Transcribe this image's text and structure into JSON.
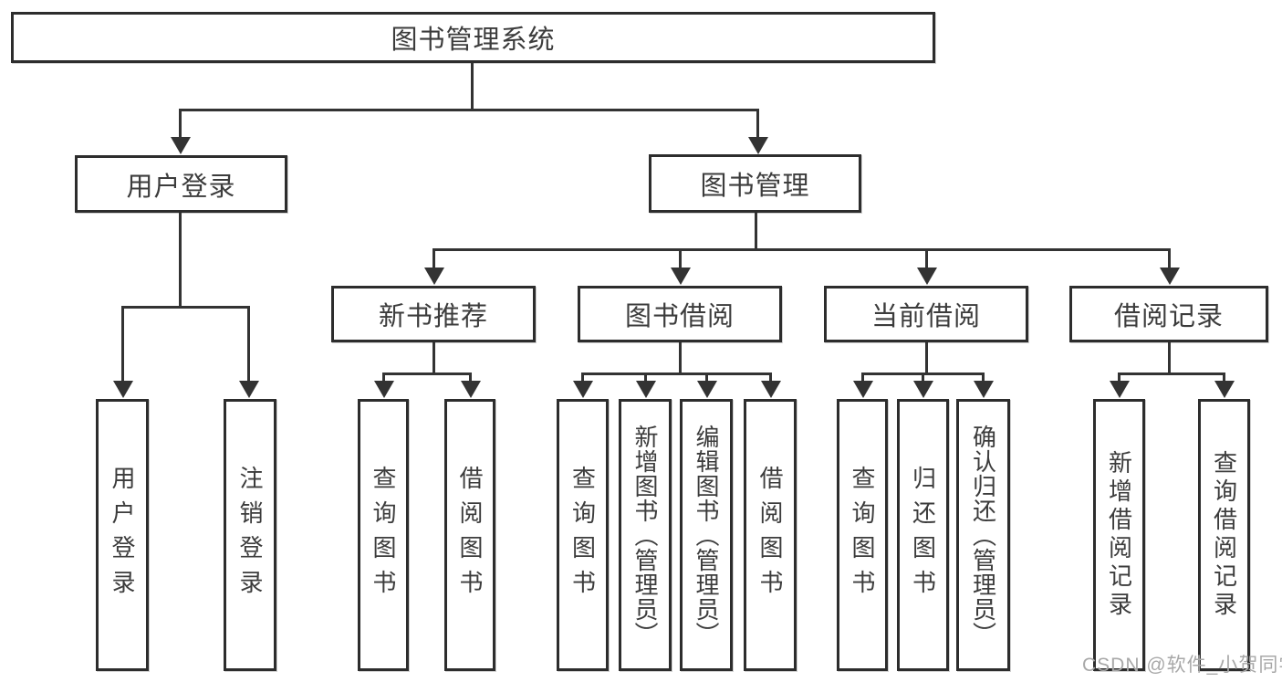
{
  "diagram": {
    "title": "图书管理系统",
    "nodes": {
      "root": "图书管理系统",
      "login": "用户登录",
      "mgmt": "图书管理",
      "l3": [
        "新书推荐",
        "图书借阅",
        "当前借阅",
        "借阅记录"
      ],
      "loginLeaves": [
        "用户登录",
        "注销登录"
      ],
      "recommendLeaves": [
        "查询图书",
        "借阅图书"
      ],
      "borrowLeaves": [
        "查询图书",
        "新增图书（管理员）",
        "编辑图书（管理员）",
        "借阅图书"
      ],
      "currentLeaves": [
        "查询图书",
        "归还图书",
        "确认归还（管理员）"
      ],
      "recordLeaves": [
        "新增借阅记录",
        "查询借阅记录"
      ]
    },
    "watermark": "CSDN @软件_小贺同学",
    "colors": {
      "line": "#333333",
      "box_border": "#2d2d2d",
      "text": "#3c3c3c",
      "watermark": "#a8a8a8",
      "background": "#ffffff"
    }
  }
}
